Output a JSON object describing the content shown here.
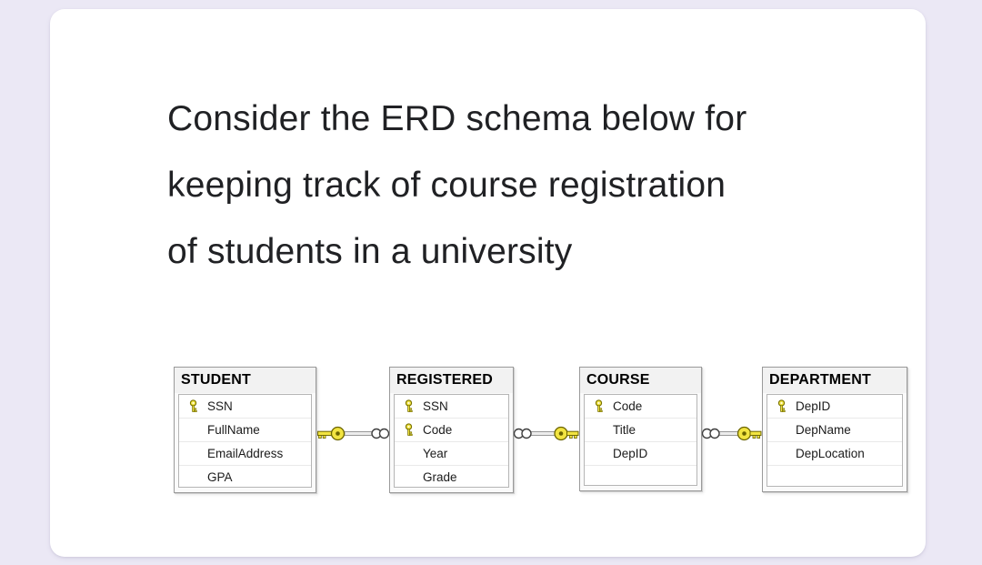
{
  "page": {
    "background_color": "#ebe8f5",
    "card_background": "#ffffff"
  },
  "question": {
    "title": "Consider the ERD schema below for keeping track of course registration of students in a university",
    "title_lines": [
      "Consider the ERD schema below for",
      "keeping track of course registration",
      "of students in a university"
    ]
  },
  "diagram": {
    "type": "entity-relationship-schema",
    "tables": [
      {
        "name": "STUDENT",
        "columns": [
          {
            "name": "SSN",
            "primary_key": true
          },
          {
            "name": "FullName",
            "primary_key": false
          },
          {
            "name": "EmailAddress",
            "primary_key": false
          },
          {
            "name": "GPA",
            "primary_key": false
          }
        ]
      },
      {
        "name": "REGISTERED",
        "columns": [
          {
            "name": "SSN",
            "primary_key": true
          },
          {
            "name": "Code",
            "primary_key": true
          },
          {
            "name": "Year",
            "primary_key": false
          },
          {
            "name": "Grade",
            "primary_key": false
          }
        ]
      },
      {
        "name": "COURSE",
        "columns": [
          {
            "name": "Code",
            "primary_key": true
          },
          {
            "name": "Title",
            "primary_key": false
          },
          {
            "name": "DepID",
            "primary_key": false
          }
        ]
      },
      {
        "name": "DEPARTMENT",
        "columns": [
          {
            "name": "DepID",
            "primary_key": true
          },
          {
            "name": "DepName",
            "primary_key": false
          },
          {
            "name": "DepLocation",
            "primary_key": false
          }
        ]
      }
    ],
    "relationships": [
      {
        "one_side": "STUDENT",
        "many_side": "REGISTERED",
        "one_symbol": "key",
        "many_symbol": "infinity"
      },
      {
        "one_side": "COURSE",
        "many_side": "REGISTERED",
        "one_symbol": "key",
        "many_symbol": "infinity"
      },
      {
        "one_side": "DEPARTMENT",
        "many_side": "COURSE",
        "one_symbol": "key",
        "many_symbol": "infinity"
      }
    ],
    "colors": {
      "primary_key_icon": "#f2e441",
      "key_outline": "#7a7300",
      "table_border": "#9a9a9a",
      "infinity_outline": "#3f3f3f"
    }
  }
}
